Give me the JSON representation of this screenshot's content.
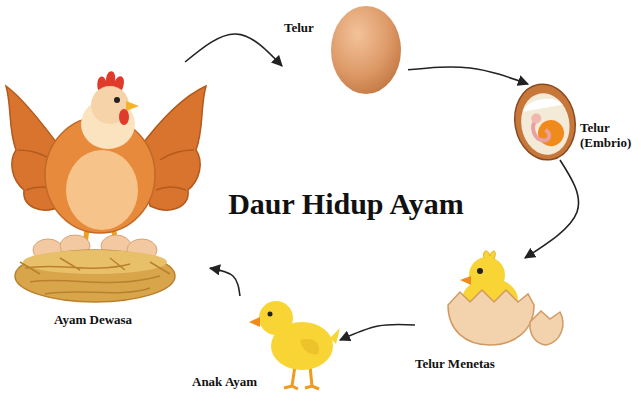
{
  "diagram": {
    "title": "Daur Hidup Ayam",
    "nodes": [
      {
        "text": [
          "Telur"
        ]
      },
      {
        "text": [
          "Telur (Embrio)"
        ]
      },
      {
        "text": [
          "Telur Menetas"
        ]
      },
      {
        "text": [
          "Anak Ayam"
        ]
      },
      {
        "text": [
          "Ayam Dewasa"
        ]
      }
    ],
    "edges": [
      {
        "from": 0,
        "to": 1,
        "arrow": "to"
      },
      {
        "from": 1,
        "to": 2,
        "arrow": "to"
      },
      {
        "from": 2,
        "to": 3,
        "arrow": "to"
      },
      {
        "from": 3,
        "to": 4,
        "arrow": "to"
      },
      {
        "from": 4,
        "to": 0,
        "arrow": "to"
      }
    ]
  }
}
